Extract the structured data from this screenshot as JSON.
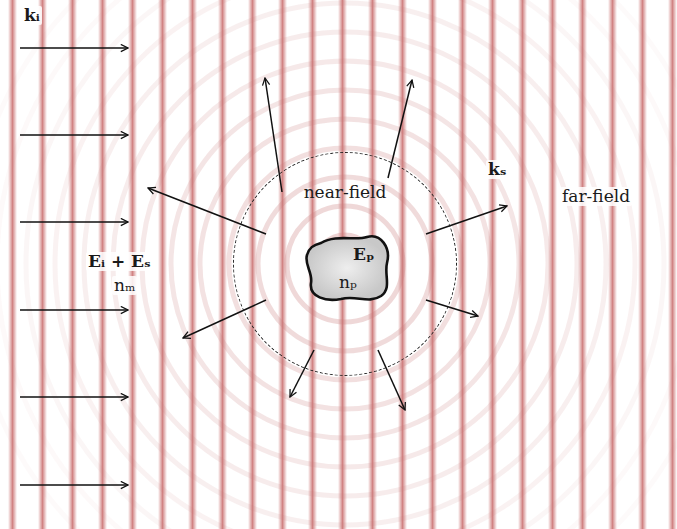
{
  "diagram": {
    "nodes": [
      {
        "text": [
          "near-field"
        ]
      },
      {
        "text": [
          "Eₚ",
          "nₚ"
        ],
        "in": 0
      }
    ],
    "edges": [],
    "labels": [
      "kᵢ",
      "kₛ",
      "far-field",
      "Eᵢ + Eₛ",
      "nₘ"
    ]
  }
}
